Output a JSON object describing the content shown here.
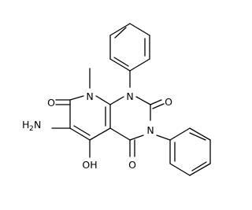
{
  "molecule": {
    "atom_labels": {
      "n1": "N",
      "n3": "N",
      "n8": "N",
      "o2": "O",
      "o4": "O",
      "o7": "O",
      "oh": "OH",
      "nh2_main": "H",
      "nh2_sub": "2",
      "nh2_n": "N"
    }
  },
  "colors": {
    "ink": "#000000",
    "background": "#ffffff"
  }
}
